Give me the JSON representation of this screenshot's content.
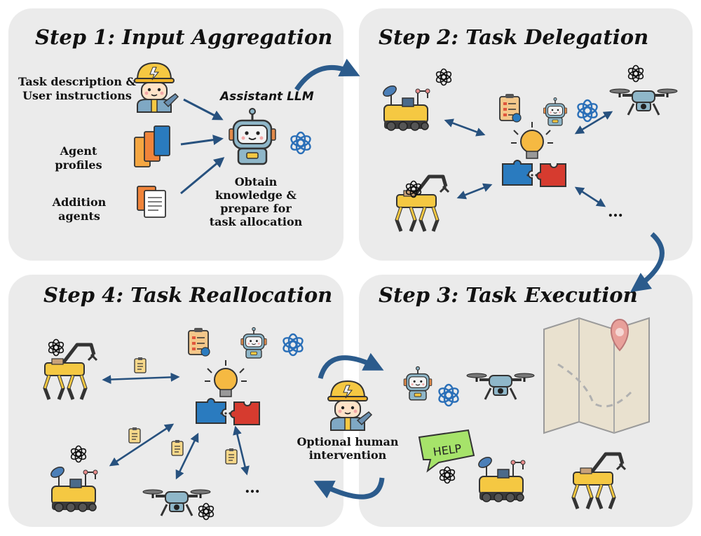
{
  "step1": {
    "title": "Step 1: Input Aggregation",
    "input_task": [
      "Task description &",
      "User instructions"
    ],
    "input_profiles": [
      "Agent",
      "profiles"
    ],
    "input_additional": [
      "Addition",
      "agents"
    ],
    "assistant_label": "Assistant LLM",
    "outcome": [
      "Obtain",
      "knowledge &",
      "prepare for",
      "task allocation"
    ]
  },
  "step2": {
    "title": "Step 2: Task Delegation",
    "more_agents": "…"
  },
  "step3": {
    "title": "Step 3: Task Execution",
    "help_text": "HELP"
  },
  "step4": {
    "title": "Step 4: Task Reallocation",
    "more_agents": "…"
  },
  "center": {
    "human_label": [
      "Optional human",
      "intervention"
    ]
  },
  "colors": {
    "panel": "#ebebeb",
    "arrow": "#27517e",
    "flow_arrow": "#2b5b8c",
    "robot_yellow": "#f5c842",
    "help_green": "#a6e36a"
  }
}
